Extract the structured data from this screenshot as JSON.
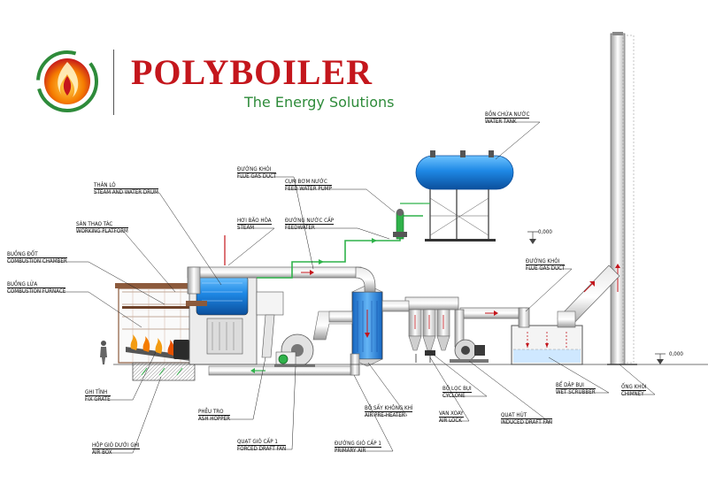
{
  "brand": {
    "name": "POLYBOILER",
    "tagline": "The Energy Solutions"
  },
  "levels": {
    "tank_level": "0,000",
    "ground_level": "0,000"
  },
  "labels": {
    "drum": {
      "vi": "THÂN LÒ",
      "en": "STEAM AND WATER DRUM"
    },
    "platform": {
      "vi": "SÀN THAO TÁC",
      "en": "WORKING PLATFORM"
    },
    "chamber": {
      "vi": "BUỒNG ĐỐT",
      "en": "COMBUSTION CHAMBER"
    },
    "furnace": {
      "vi": "BUỒNG LỬA",
      "en": "COMBUSTION FURNACE"
    },
    "flue_duct_1": {
      "vi": "ĐƯỜNG KHÓI",
      "en": "FLUE GAS DUCT"
    },
    "steam": {
      "vi": "HƠI BÃO HÒA",
      "en": "STEAM"
    },
    "feed_pump": {
      "vi": "CỤM BƠM NƯỚC",
      "en": "FEED WATER PUMP"
    },
    "feedwater": {
      "vi": "ĐƯỜNG NƯỚC CẤP",
      "en": "FEEDWATER"
    },
    "water_tank": {
      "vi": "BỒN CHỨA NƯỚC",
      "en": "WATER TANK"
    },
    "flue_duct_2": {
      "vi": "ĐƯỜNG KHÓI",
      "en": "FLUE GAS DUCT"
    },
    "fix_grate": {
      "vi": "GHI TĨNH",
      "en": "FIX GRATE"
    },
    "air_box": {
      "vi": "HỘP GIÓ DƯỚI GHI",
      "en": "AIR BOX"
    },
    "ash_hopper": {
      "vi": "PHỄU TRO",
      "en": "ASH HOPPER"
    },
    "forced_fan": {
      "vi": "QUẠT GIÓ CẤP 1",
      "en": "FORCED DRAFT FAN"
    },
    "primary_air": {
      "vi": "ĐƯỜNG GIÓ CẤP 1",
      "en": "PRIMARY AIR"
    },
    "preheater": {
      "vi": "BỘ SẤY KHÔNG KHÍ",
      "en": "AIR PRE-HEATER"
    },
    "cyclone": {
      "vi": "BỘ LỌC BỤI",
      "en": "CYCLONE"
    },
    "air_lock": {
      "vi": "VAN XOAY",
      "en": "AIR LOCK"
    },
    "induced_fan": {
      "vi": "QUẠT HÚT",
      "en": "INDUCED DRAFT FAN"
    },
    "scrubber": {
      "vi": "BỂ DẬP BỤI",
      "en": "WET SCRUBBER"
    },
    "chimney": {
      "vi": "ỐNG KHÓI",
      "en": "CHIMNEY"
    }
  },
  "colors": {
    "brand_red": "#c4161c",
    "brand_green": "#2e8b3a",
    "water_blue": "#1e88e5",
    "pipe_green": "#2fb24a",
    "fire_orange": "#f39c12",
    "steel": "#8c5a3c"
  }
}
